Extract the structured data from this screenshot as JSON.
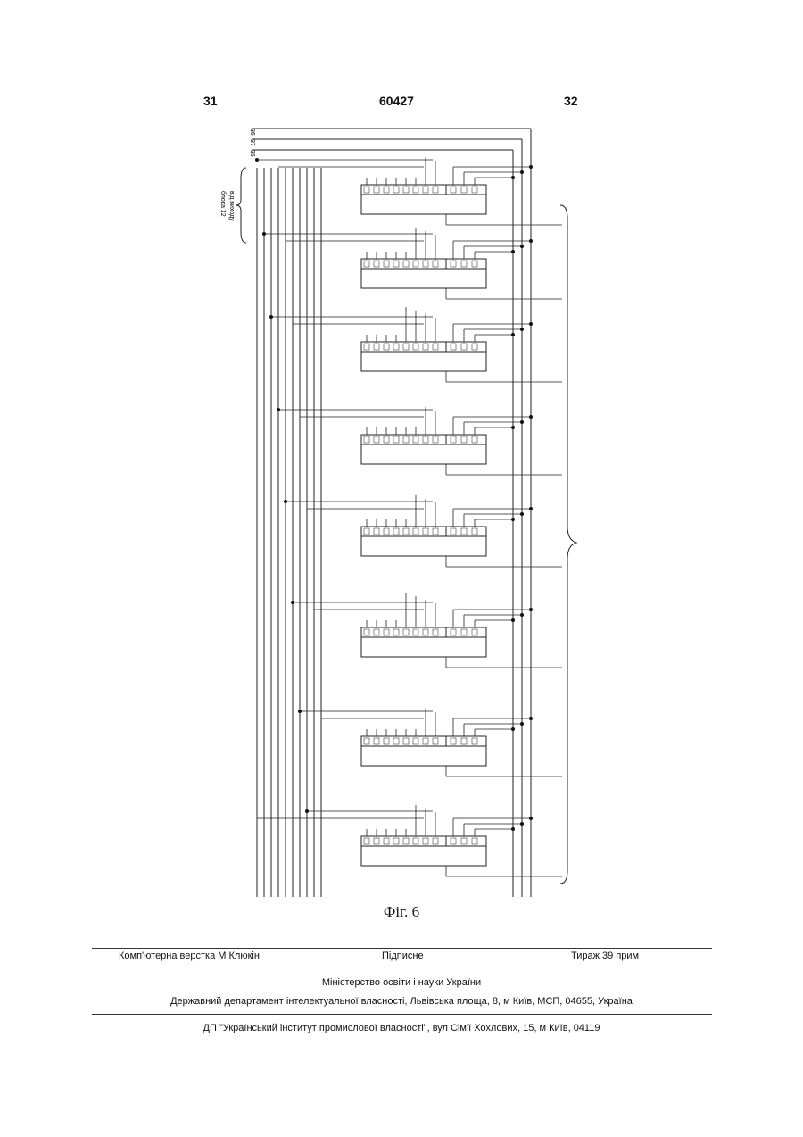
{
  "header": {
    "page_left": "31",
    "patent_number": "60427",
    "page_right": "32"
  },
  "figure": {
    "caption": "Фіг. 6",
    "side_labels": [
      "36",
      "37",
      "35"
    ],
    "bus_label_line1": "від виходу",
    "bus_label_line2": "блока 12"
  },
  "footer": {
    "typesetting": "Комп'ютерна верстка М  Клюкін",
    "signed": "Підписне",
    "circulation": "Тираж 39 прим",
    "ministry": "Міністерство освіти і науки України",
    "department": "Державний департамент інтелектуальної власності, Львівська площа, 8, м  Київ, МСП, 04655, Україна",
    "institute": "ДП \"Український інститут промислової власності\", вул  Сім'ї Хохлових, 15, м  Київ, 04119"
  }
}
